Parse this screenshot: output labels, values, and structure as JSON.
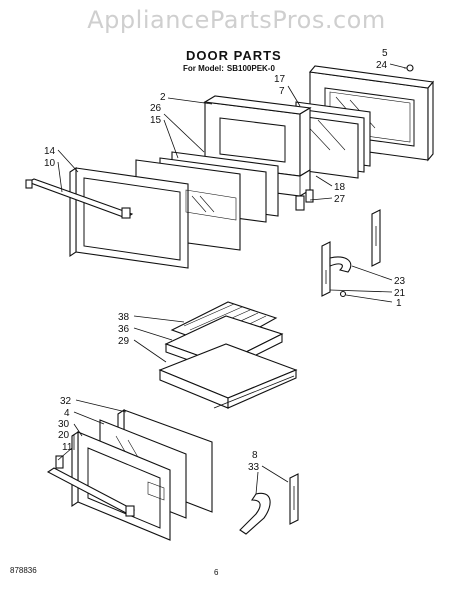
{
  "watermark": "AppliancePartsPros.com",
  "header": {
    "title": "DOOR PARTS",
    "model_prefix": "For Model:",
    "model_number": "SB100PEK-0"
  },
  "footer": {
    "code": "878836",
    "page_number": "6"
  },
  "callouts": {
    "c5": "5",
    "c24": "24",
    "c17": "17",
    "c7": "7",
    "c2": "2",
    "c26": "26",
    "c15": "15",
    "c14": "14",
    "c10": "10",
    "c18": "18",
    "c27": "27",
    "c23": "23",
    "c21": "21",
    "c1": "1",
    "c38": "38",
    "c36": "36",
    "c29": "29",
    "c32": "32",
    "c4": "4",
    "c30": "30",
    "c20": "20",
    "c11": "11",
    "c8": "8",
    "c33": "33"
  }
}
